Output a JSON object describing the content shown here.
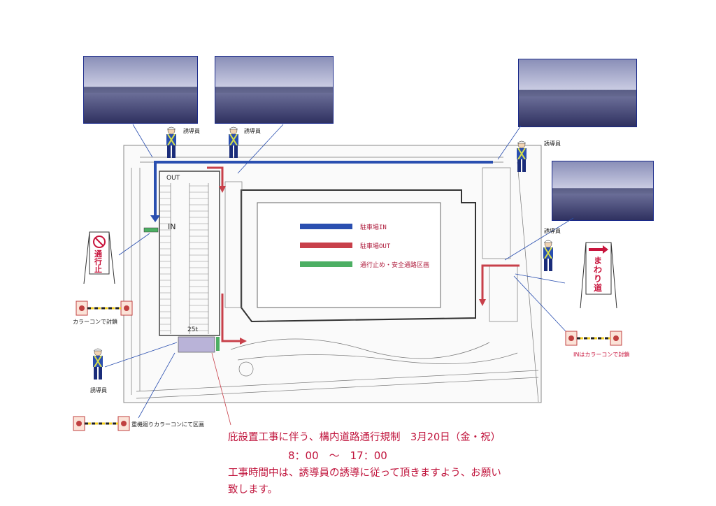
{
  "map": {
    "lot_out_label": "OUT",
    "lot_in_label": "IN",
    "weight_label": "25t"
  },
  "legend": [
    {
      "label": "駐車場IN",
      "color": "#2a4fb0"
    },
    {
      "label": "駐車場OUT",
      "color": "#c8404a"
    },
    {
      "label": "通行止め・安全通路区画",
      "color": "#4caf63"
    }
  ],
  "annotations": {
    "guide_staff": "誘導員",
    "cone_closure_left": "カラーコンで封鎖",
    "cone_closure_right": "INはカラーコンで封鎖",
    "double_cone": "重機廻りカラーコンにて区画"
  },
  "signs": {
    "no_entry": "通行止",
    "detour": "まわり道"
  },
  "notice": {
    "line1": "庇設置工事に伴う、構内道路通行規制　3月20日（金・祝）",
    "line2": "8：00　～　17：00",
    "line3": "工事時間中は、誘導員の誘導に従って頂きますよう、お願い",
    "line4": "致します。"
  }
}
